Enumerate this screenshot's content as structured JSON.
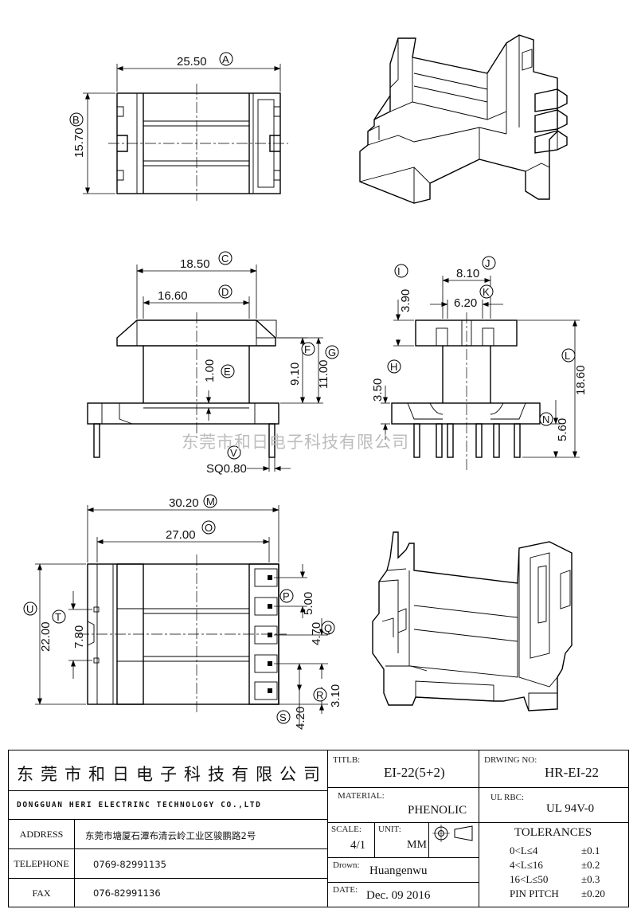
{
  "dimensions": {
    "A": "25.50",
    "B": "15.70",
    "C": "18.50",
    "D": "16.60",
    "E": "1.00",
    "F": "9.10",
    "G": "11.00",
    "V": "SQ0.80",
    "H": "3.50",
    "I": "3.90",
    "J": "8.10",
    "K": "6.20",
    "L": "18.60",
    "N": "5.60",
    "M": "30.20",
    "O": "27.00",
    "U": "22.00",
    "T": "7.80",
    "P": "5.00",
    "Q": "4.70",
    "R": "3.10",
    "S": "4.20"
  },
  "labels": {
    "A": "A",
    "B": "B",
    "C": "C",
    "D": "D",
    "E": "E",
    "F": "F",
    "G": "G",
    "V": "V",
    "H": "H",
    "I": "I",
    "J": "J",
    "K": "K",
    "L": "L",
    "N": "N",
    "M": "M",
    "O": "O",
    "U": "U",
    "T": "T",
    "P": "P",
    "Q": "Q",
    "R": "R",
    "S": "S"
  },
  "watermark": "东莞市和日电子科技有限公司",
  "title_block": {
    "company_cn": "东莞市和日电子科技有限公司",
    "company_en": "DONGGUAN HERI ELECTRINC TECHNOLOGY CO.,LTD",
    "address_label": "ADDRESS",
    "address_value": "东莞市塘厦石潭布清云岭工业区骏鹏路2号",
    "telephone_label": "TELEPHONE",
    "telephone_value": "0769-82991135",
    "fax_label": "FAX",
    "fax_value": "076-82991136",
    "title_label": "TITLB:",
    "title_value": "EI-22(5+2)",
    "drawing_no_label": "DRWING NO:",
    "drawing_no_value": "HR-EI-22",
    "material_label": "MATERIAL:",
    "material_value": "PHENOLIC",
    "ul_label": "UL  RBC:",
    "ul_value": "UL 94V-0",
    "scale_label": "SCALE:",
    "scale_value": "4/1",
    "unit_label": "UNIT:",
    "unit_value": "MM",
    "drawn_label": "Drown:",
    "drawn_value": "Huangenwu",
    "date_label": "DATE:",
    "date_value": "Dec. 09 2016",
    "tolerances_title": "TOLERANCES",
    "tolerances": [
      {
        "range": "0<L≤4",
        "value": "±0.1"
      },
      {
        "range": "4<L≤16",
        "value": "±0.2"
      },
      {
        "range": "16<L≤50",
        "value": "±0.3"
      },
      {
        "range": "PIN PITCH",
        "value": "±0.20"
      }
    ]
  }
}
